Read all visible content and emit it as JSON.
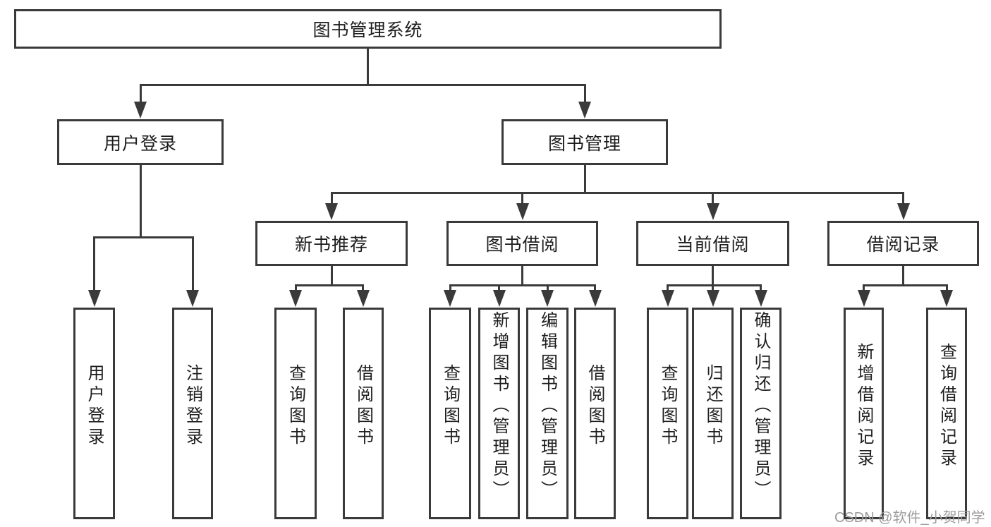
{
  "tree": {
    "root": {
      "label": "图书管理系统"
    },
    "branches": [
      {
        "label": "用户登录",
        "children": [
          "用户登录",
          "注销登录"
        ]
      },
      {
        "label": "图书管理",
        "sections": [
          {
            "label": "新书推荐",
            "children": [
              "查询图书",
              "借阅图书"
            ]
          },
          {
            "label": "图书借阅",
            "children": [
              "查询图书",
              "新增图书（管理员）",
              "编辑图书（管理员）",
              "借阅图书"
            ]
          },
          {
            "label": "当前借阅",
            "children": [
              "查询图书",
              "归还图书",
              "确认归还（管理员）"
            ]
          },
          {
            "label": "借阅记录",
            "children": [
              "新增借阅记录",
              "查询借阅记录"
            ]
          }
        ]
      }
    ]
  },
  "colors": {
    "line": "#3a3a3a",
    "text": "#1d1d1d",
    "box_bg": "#ffffff",
    "watermark": "#9c9c9c"
  },
  "watermark": {
    "text": "CSDN @软件_小贺同学"
  }
}
